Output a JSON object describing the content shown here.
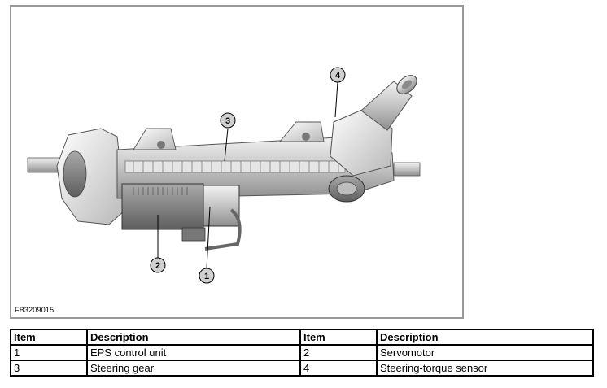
{
  "figure": {
    "code": "FB3209015",
    "callouts": [
      {
        "label": "1"
      },
      {
        "label": "2"
      },
      {
        "label": "3"
      },
      {
        "label": "4"
      }
    ]
  },
  "table": {
    "headers": [
      "Item",
      "Description",
      "Item",
      "Description"
    ],
    "rows": [
      [
        "1",
        "EPS control unit",
        "2",
        "Servomotor"
      ],
      [
        "3",
        "Steering gear",
        "4",
        "Steering-torque sensor"
      ]
    ]
  }
}
